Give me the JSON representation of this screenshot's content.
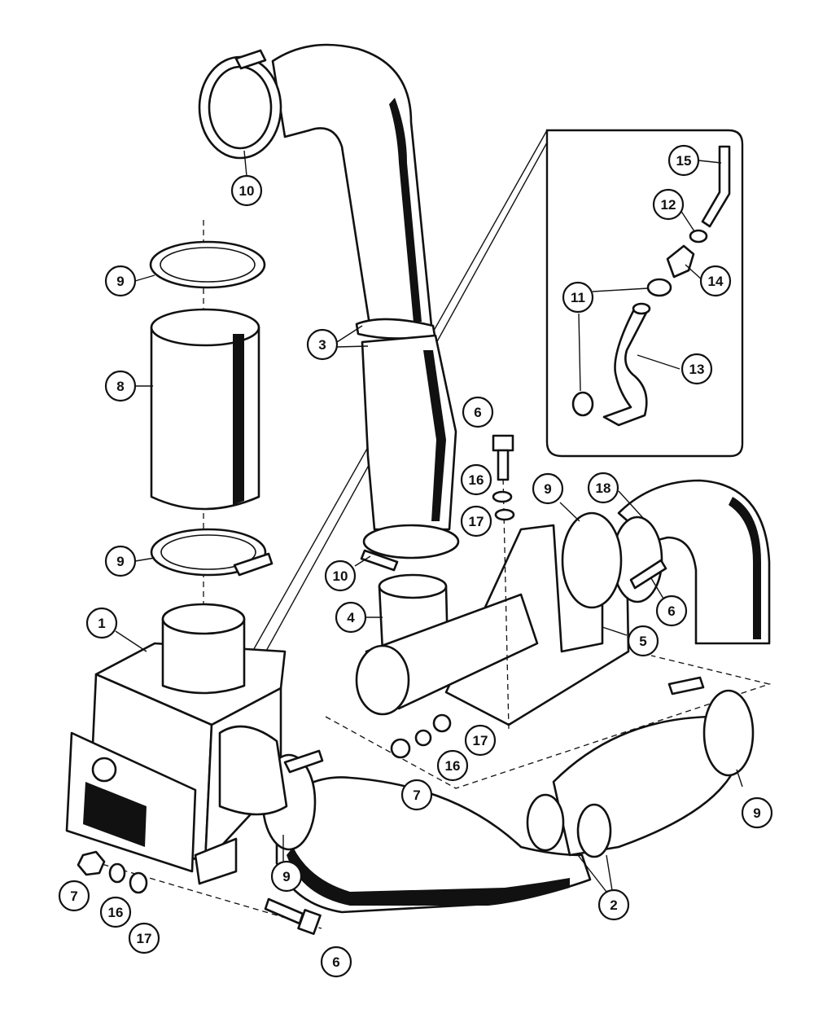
{
  "callouts": [
    {
      "id": "c-10-top",
      "label": "10"
    },
    {
      "id": "c-15",
      "label": "15"
    },
    {
      "id": "c-12",
      "label": "12"
    },
    {
      "id": "c-14",
      "label": "14"
    },
    {
      "id": "c-11",
      "label": "11"
    },
    {
      "id": "c-13",
      "label": "13"
    },
    {
      "id": "c-9-a",
      "label": "9"
    },
    {
      "id": "c-8",
      "label": "8"
    },
    {
      "id": "c-3",
      "label": "3"
    },
    {
      "id": "c-6-a",
      "label": "6"
    },
    {
      "id": "c-16-a",
      "label": "16"
    },
    {
      "id": "c-17-a",
      "label": "17"
    },
    {
      "id": "c-9-b",
      "label": "9"
    },
    {
      "id": "c-18",
      "label": "18"
    },
    {
      "id": "c-9-c",
      "label": "9"
    },
    {
      "id": "c-10-b",
      "label": "10"
    },
    {
      "id": "c-4",
      "label": "4"
    },
    {
      "id": "c-6-b",
      "label": "6"
    },
    {
      "id": "c-5",
      "label": "5"
    },
    {
      "id": "c-1",
      "label": "1"
    },
    {
      "id": "c-17-b",
      "label": "17"
    },
    {
      "id": "c-16-b",
      "label": "16"
    },
    {
      "id": "c-7-a",
      "label": "7"
    },
    {
      "id": "c-9-d",
      "label": "9"
    },
    {
      "id": "c-9-e",
      "label": "9"
    },
    {
      "id": "c-2",
      "label": "2"
    },
    {
      "id": "c-7-b",
      "label": "7"
    },
    {
      "id": "c-16-c",
      "label": "16"
    },
    {
      "id": "c-17-c",
      "label": "17"
    },
    {
      "id": "c-6-c",
      "label": "6"
    }
  ]
}
